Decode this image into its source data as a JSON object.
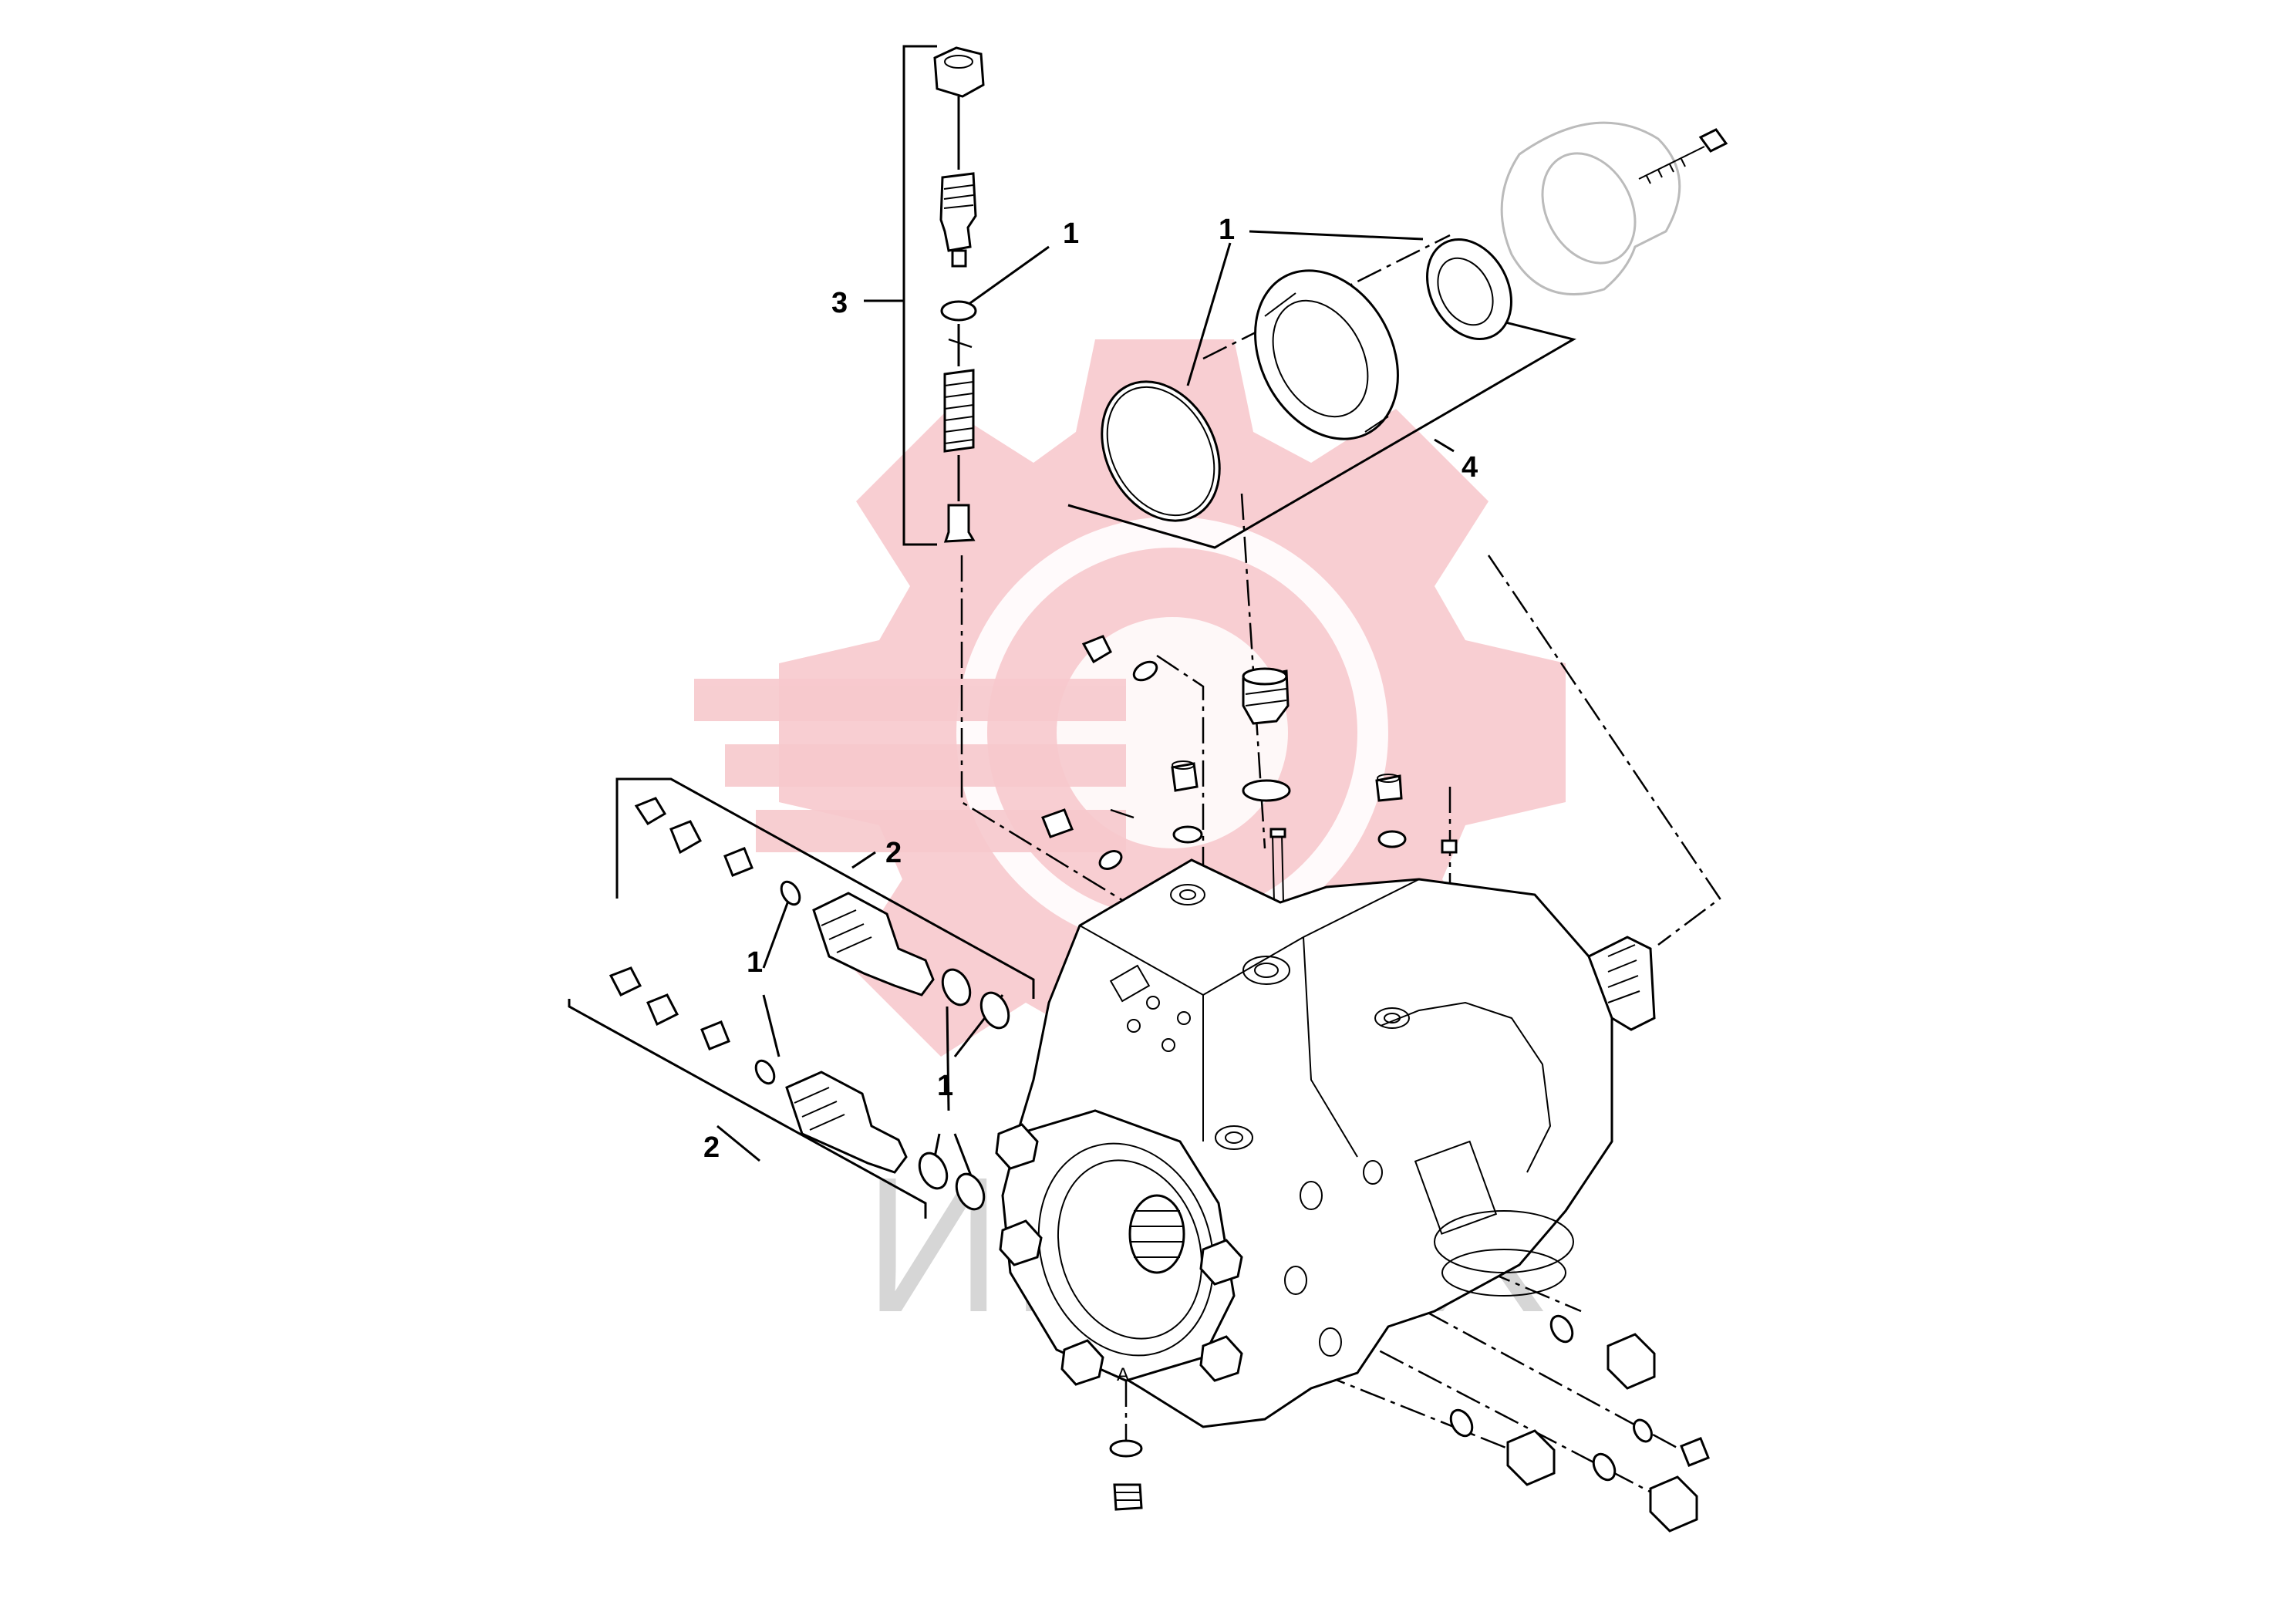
{
  "diagram": {
    "callouts": {
      "top_oring": "1",
      "seal_group": "1",
      "upper_valve_group": "2",
      "left_orings": "1",
      "right_orings": "1",
      "lower_valve_group": "2",
      "valve_assembly": "3",
      "shaft_seal_kit": "4",
      "port_mark": "A"
    },
    "watermark": {
      "text": "ИНТЕХ",
      "gear_color": "#f7c9cd",
      "text_color": "#d6d6d6"
    }
  }
}
